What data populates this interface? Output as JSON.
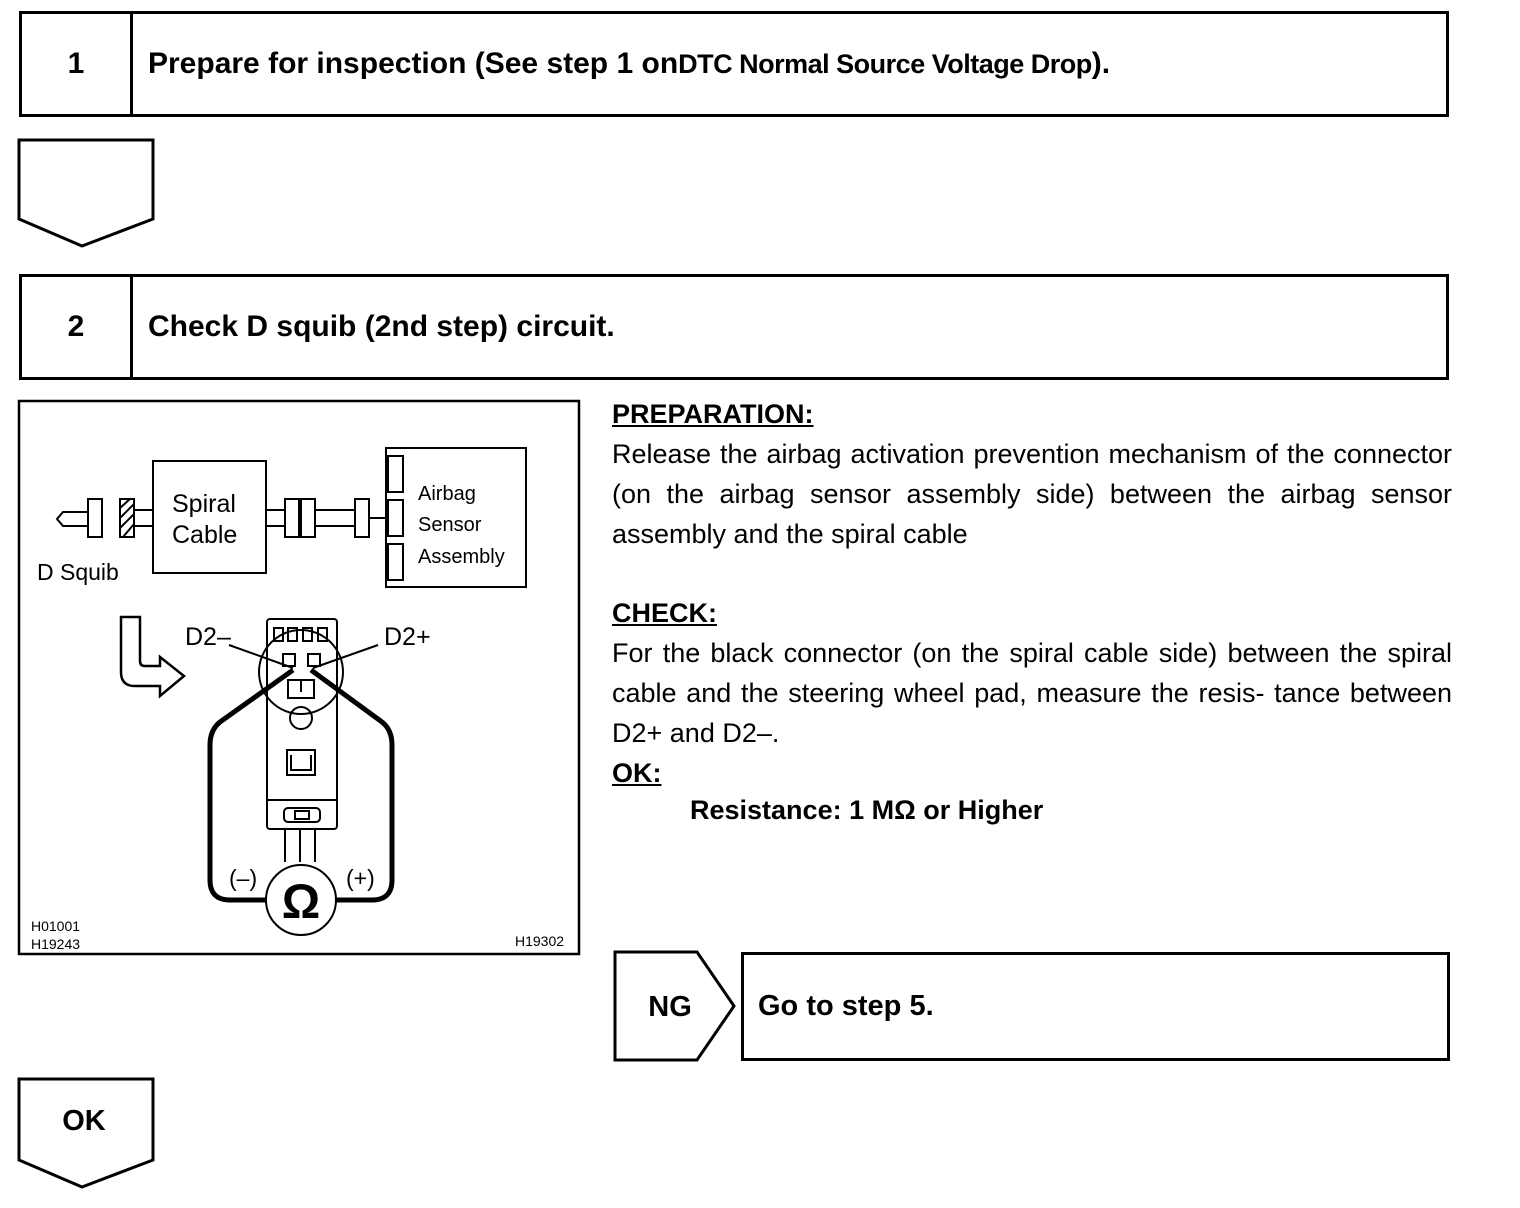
{
  "step1": {
    "number": "1",
    "title": "Prepare for inspection (See step 1 on ",
    "title_ref": "DTC Normal Source Voltage Drop",
    "title_end": ")."
  },
  "step2": {
    "number": "2",
    "title": "Check D squib (2nd step) circuit."
  },
  "figure": {
    "d_squib": "D Squib",
    "spiral_1": "Spiral",
    "spiral_2": "Cable",
    "airbag_1": "Airbag",
    "airbag_2": "Sensor",
    "airbag_3": "Assembly",
    "d2_minus": "D2–",
    "d2_plus": "D2+",
    "neg": "(–)",
    "pos": "(+)",
    "ohm": "Ω",
    "code_1": "H01001",
    "code_2": "H19243",
    "code_3": "H19302"
  },
  "preparation": {
    "heading": "PREPARATION:",
    "text": "Release the airbag activation prevention mechanism of the connector (on the airbag sensor assembly side) between the airbag sensor assembly and the spiral cable"
  },
  "check": {
    "heading": "CHECK:",
    "text": "For the black connector (on the spiral cable side) between the spiral cable and the steering wheel pad, measure the resis- tance between D2+ and D2–."
  },
  "ok": {
    "heading": "OK:",
    "spec": "Resistance: 1 MΩ or Higher"
  },
  "ng": {
    "label": "NG",
    "action": "Go to step 5."
  },
  "ok_arrow": {
    "label": "OK"
  }
}
